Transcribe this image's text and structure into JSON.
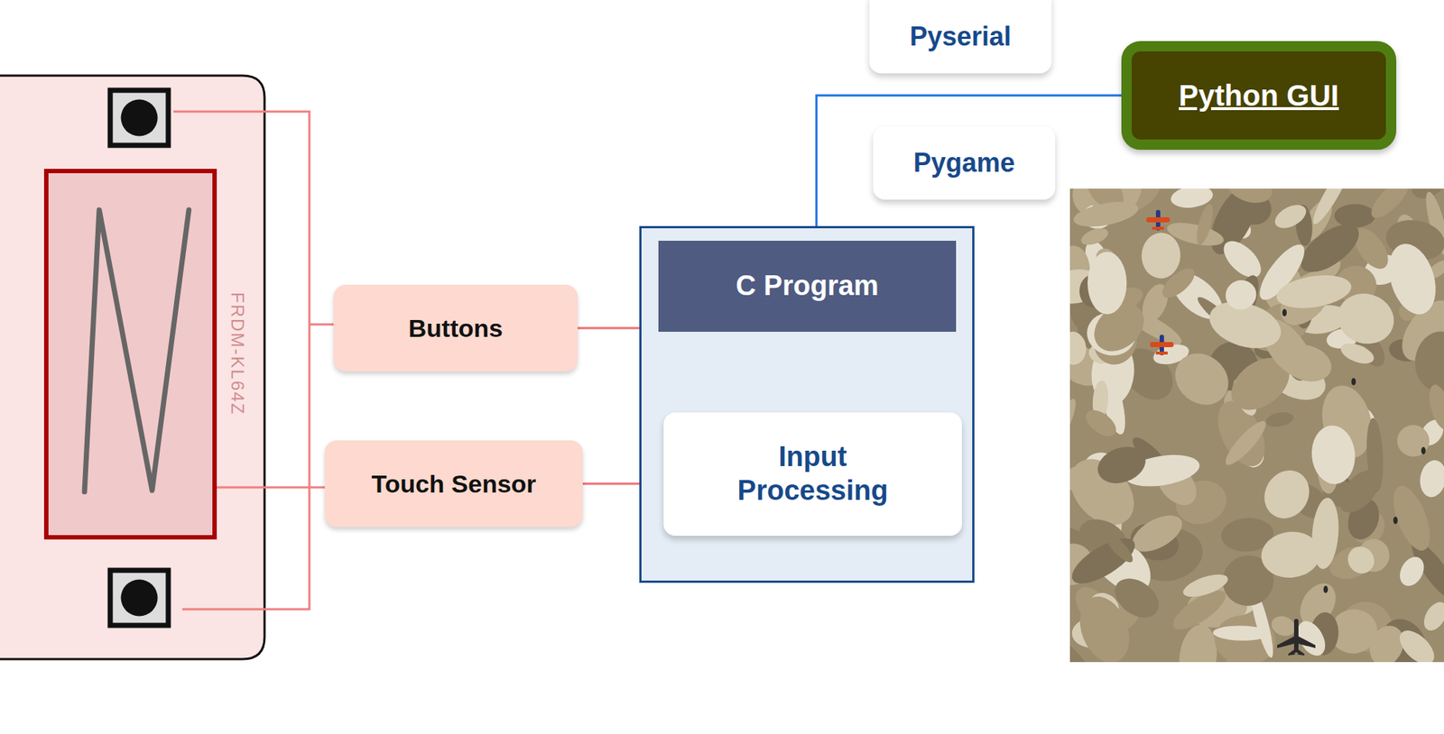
{
  "diagram": {
    "nodes": [
      {
        "text": [
          "Buttons"
        ]
      },
      {
        "text": [
          "Touch Sensor"
        ]
      },
      {
        "text": [
          "C Program"
        ]
      },
      {
        "text": [
          "Input Processing"
        ],
        "in": 2
      },
      {
        "text": [
          "Pyserial"
        ]
      },
      {
        "text": [
          "Pygame"
        ]
      },
      {
        "text": [
          "Python GUI"
        ]
      }
    ],
    "edges": [
      {
        "from": 0,
        "to": 2,
        "arrow": "none"
      },
      {
        "from": 1,
        "to": 2,
        "arrow": "none"
      },
      {
        "from": 2,
        "to": 6,
        "arrow": "none"
      }
    ],
    "labels": [
      "FRDM-KL64Z"
    ]
  }
}
